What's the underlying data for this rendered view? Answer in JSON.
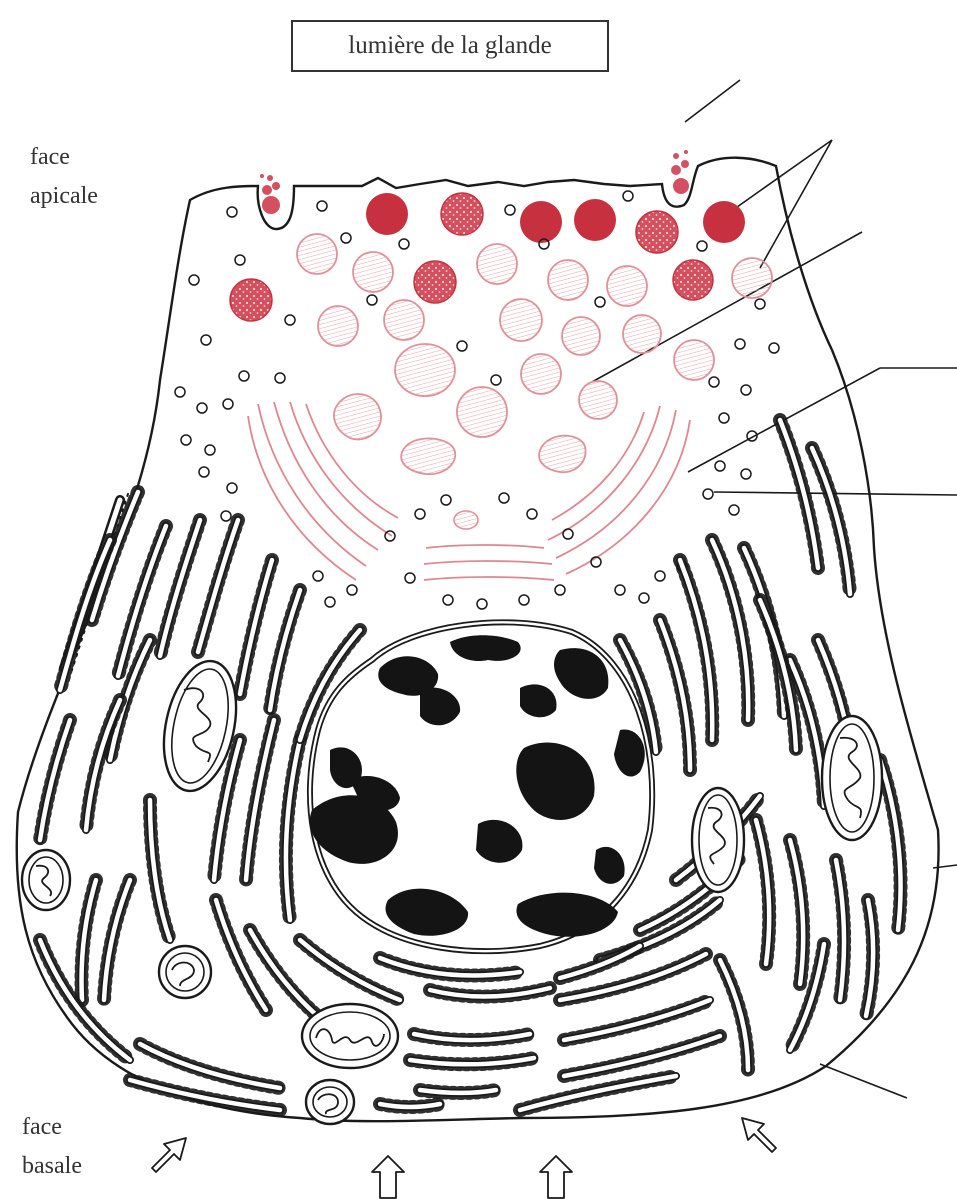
{
  "title": "lumière de la glande",
  "labels": {
    "apical_line1": "face",
    "apical_line2": "apicale",
    "basal_line1": "face",
    "basal_line2": "basale"
  },
  "colors": {
    "outline": "#1a1a1a",
    "granule_dark": "#c7303e",
    "granule_medium": "#d65a66",
    "granule_pale": "#f2c7cc",
    "granule_pale_edge": "#e0909a",
    "golgi": "#de8691",
    "chromatin": "#141414"
  },
  "icons": {
    "arrows": "hollow-arrow-icon"
  }
}
